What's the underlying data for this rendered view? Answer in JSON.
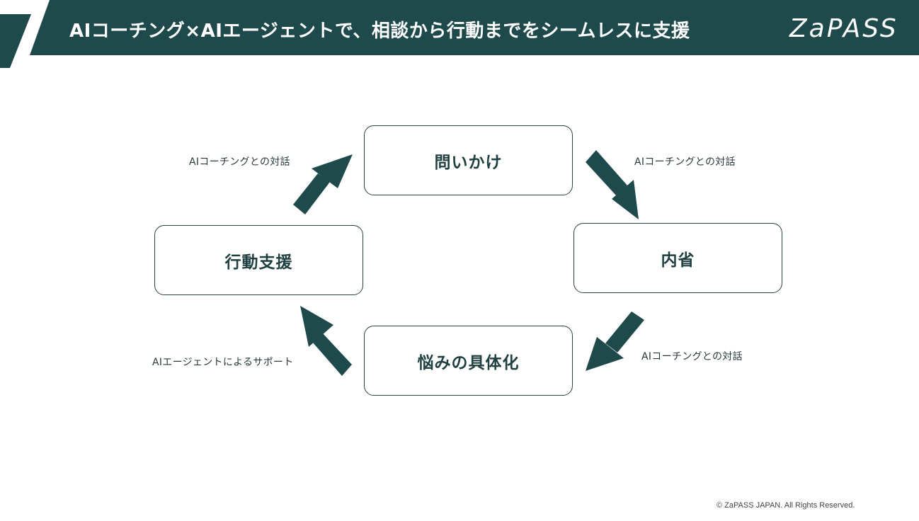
{
  "header": {
    "title": "AIコーチング×AIエージェントで、相談から行動までをシームレスに支援",
    "brand": "ZaPASS"
  },
  "colors": {
    "accent": "#1f4a4c",
    "node_border": "#2b3f40",
    "background": "#ffffff"
  },
  "cycle": {
    "nodes": {
      "top": "問いかけ",
      "right": "内省",
      "bottom": "悩みの具体化",
      "left": "行動支援"
    },
    "edges": {
      "top_to_right": "AIコーチングとの対話",
      "right_to_bottom": "AIコーチングとの対話",
      "bottom_to_left": "AIエージェントによるサポート",
      "left_to_top": "AIコーチングとの対話"
    }
  },
  "footer": {
    "copyright": "© ZaPASS JAPAN. All Rights Reserved."
  }
}
